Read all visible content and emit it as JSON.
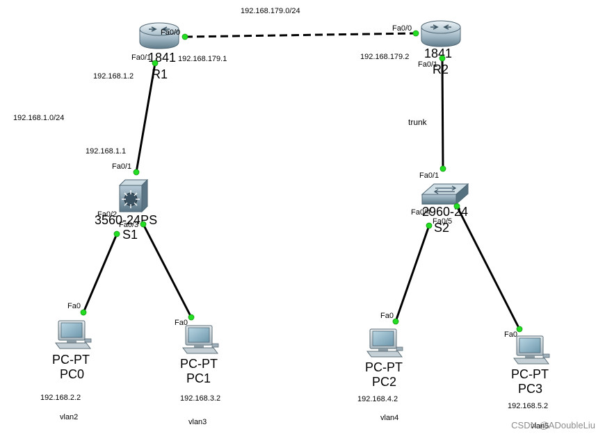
{
  "network": {
    "wan_label": "192.168.179.0/24",
    "lan_label": "192.168.1.0/24",
    "trunk_label": "trunk"
  },
  "r1": {
    "model": "1841",
    "name": "R1",
    "fa00_label": "Fa0/0",
    "fa00_ip": "192.168.179.1",
    "fa01_label": "Fa0/1",
    "fa01_ip": "192.168.1.2"
  },
  "r2": {
    "model": "1841",
    "name": "R2",
    "fa00_label": "Fa0/0",
    "fa00_ip": "192.168.179.2",
    "fa01_label": "Fa0/1"
  },
  "s1": {
    "model": "3560-24PS",
    "name": "S1",
    "fa01_label": "Fa0/1",
    "fa01_ip": "192.168.1.1",
    "fa02_label": "Fa0/2",
    "fa03_label": "Fa0/3"
  },
  "s2": {
    "model": "2960-24",
    "name": "S2",
    "fa01_label": "Fa0/1",
    "fa04_label": "Fa0/4",
    "fa05_label": "Fa0/5"
  },
  "pcs": [
    {
      "type": "PC-PT",
      "name": "PC0",
      "port": "Fa0",
      "ip": "192.168.2.2",
      "vlan": "vlan2"
    },
    {
      "type": "PC-PT",
      "name": "PC1",
      "port": "Fa0",
      "ip": "192.168.3.2",
      "vlan": "vlan3"
    },
    {
      "type": "PC-PT",
      "name": "PC2",
      "port": "Fa0",
      "ip": "192.168.4.2",
      "vlan": "vlan4"
    },
    {
      "type": "PC-PT",
      "name": "PC3",
      "port": "Fa0",
      "ip": "192.168.5.2",
      "vlan": "vlan5"
    }
  ],
  "watermark": "CSDN @ADoubleLiu",
  "colors": {
    "link": "#000000",
    "port_up": "#22dd22",
    "router_body": "#8fa9b6",
    "switch_body": "#6f8fa0",
    "pc_screen": "#8fb7c9"
  }
}
